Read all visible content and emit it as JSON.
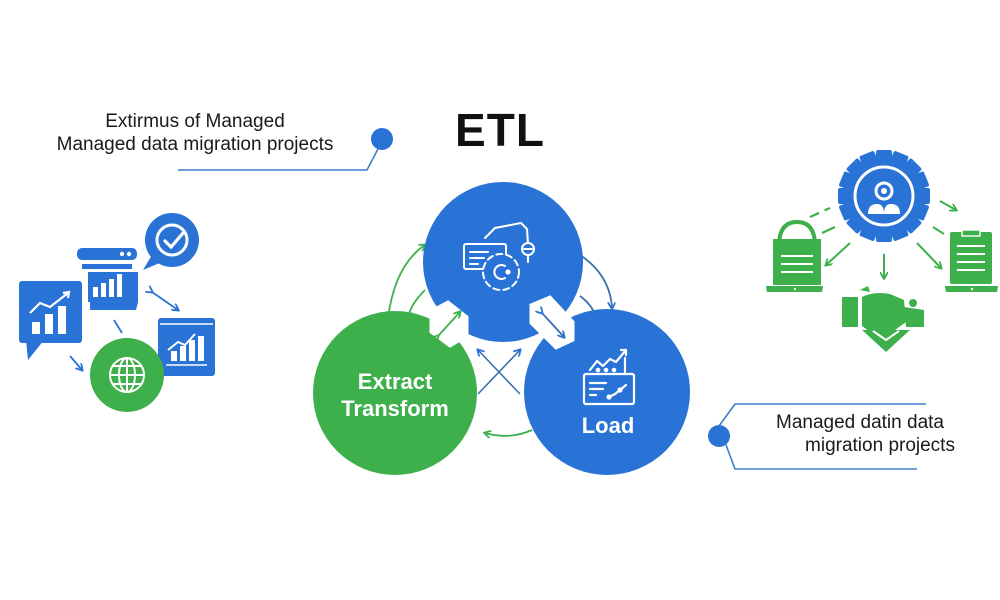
{
  "title": "ETL",
  "callouts": {
    "top_left": {
      "line1": "Extirmus of Managed",
      "line2": "Managed data migration projects"
    },
    "bottom_right": {
      "line1": "Managed datin data",
      "line2": "migration projects"
    }
  },
  "circles": {
    "top": {
      "icon": "data-transform-icon",
      "label": ""
    },
    "left": {
      "line1": "Extract",
      "line2": "Transform"
    },
    "right": {
      "label": "Load",
      "icon": "analytics-dashboard-icon"
    }
  },
  "left_cluster": {
    "icons": [
      "chart-chat-bubble-icon",
      "dashboard-browser-icon",
      "checkmark-bubble-icon",
      "chart-window-icon",
      "globe-icon"
    ]
  },
  "right_cluster": {
    "icons": [
      "user-gear-icon",
      "laptop-lock-icon",
      "laptop-clipboard-icon",
      "handshake-icon"
    ]
  },
  "colors": {
    "blue": "#2a73d6",
    "green": "#3db04b",
    "title": "#111111",
    "callout_line": "#3d7fc9"
  }
}
